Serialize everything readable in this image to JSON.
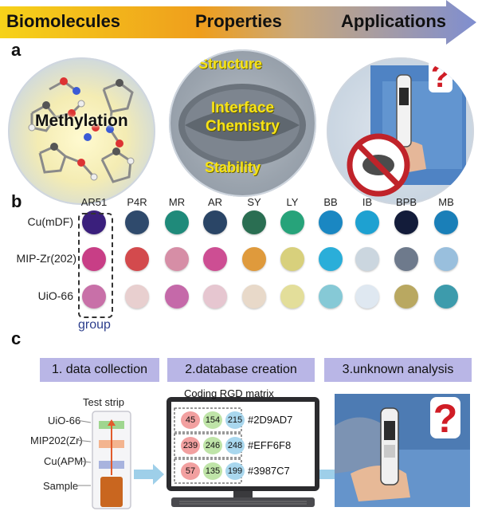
{
  "banner": {
    "stages": [
      "Biomolecules",
      "Properties",
      "Applications"
    ]
  },
  "panel_a": {
    "letter": "a",
    "methylation_label": "Methylation",
    "structure_label": "Structure",
    "interface_label_line1": "Interface",
    "interface_label_line2": "Chemistry",
    "stability_label": "Stability",
    "question_mark": "?"
  },
  "panel_b": {
    "letter": "b",
    "columns": [
      "AR51",
      "P4R",
      "MR",
      "AR",
      "SY",
      "LY",
      "BB",
      "IB",
      "BPB",
      "MB"
    ],
    "rows": [
      {
        "label": "Cu(mDF)",
        "colors": [
          "#3a1f7c",
          "#2f4a6c",
          "#1f8a7a",
          "#2a4566",
          "#2a6e52",
          "#27a37a",
          "#1a87c2",
          "#1ea1d1",
          "#131c3a",
          "#1a7fb8"
        ]
      },
      {
        "label": "MIP-Zr(202)",
        "colors": [
          "#c83e86",
          "#d34a4d",
          "#d68ea6",
          "#cd4e93",
          "#df9a3c",
          "#d8d07c",
          "#2aaed9",
          "#cbd6df",
          "#6e7a8c",
          "#99bfdd"
        ]
      },
      {
        "label": "UiO-66",
        "colors": [
          "#c870a8",
          "#e8cfcf",
          "#c569a9",
          "#e6c6d0",
          "#e8d9c9",
          "#e3de9a",
          "#86c9d6",
          "#dfe8f1",
          "#b9a861",
          "#3d9bac"
        ]
      }
    ],
    "group_label": "group"
  },
  "panel_c": {
    "letter": "c",
    "steps": [
      "1. data collection",
      "2.database creation",
      "3.unknown analysis"
    ],
    "test_strip": {
      "title": "Test strip",
      "layers": [
        "UiO-66",
        "MIP202(Zr)",
        "Cu(APM)",
        "Sample"
      ]
    },
    "matrix": {
      "title": "Coding RGD matrix",
      "rows": [
        {
          "values": [
            "45",
            "154",
            "215"
          ],
          "hex": "#2D9AD7"
        },
        {
          "values": [
            "239",
            "246",
            "248"
          ],
          "hex": "#EFF6F8"
        },
        {
          "values": [
            "57",
            "135",
            "199"
          ],
          "hex": "#3987C7"
        }
      ]
    },
    "question_mark": "?"
  }
}
